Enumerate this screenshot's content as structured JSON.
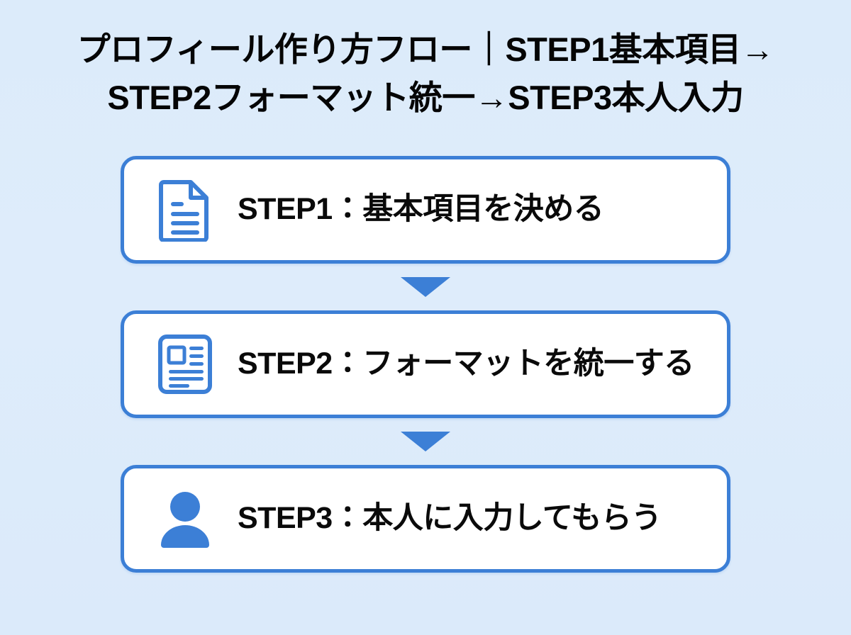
{
  "title": {
    "line1": "プロフィール作り方フロー｜STEP1基本項目→",
    "line2": "STEP2フォーマット統一→STEP3本人入力"
  },
  "colors": {
    "background": "#dcebfa",
    "card_border": "#3c7fd6",
    "card_fill": "#ffffff",
    "icon": "#3c7fd6",
    "arrow": "#3c7fd6",
    "text": "#0a0a0a"
  },
  "flow": {
    "steps": [
      {
        "label": "STEP1：基本項目を決める",
        "icon": "document-icon"
      },
      {
        "label": "STEP2：フォーマットを統一する",
        "icon": "id-card-document-icon"
      },
      {
        "label": "STEP3：本人に入力してもらう",
        "icon": "person-icon"
      }
    ],
    "connectors": [
      {
        "icon": "arrow-down-icon"
      },
      {
        "icon": "arrow-down-icon"
      }
    ]
  }
}
